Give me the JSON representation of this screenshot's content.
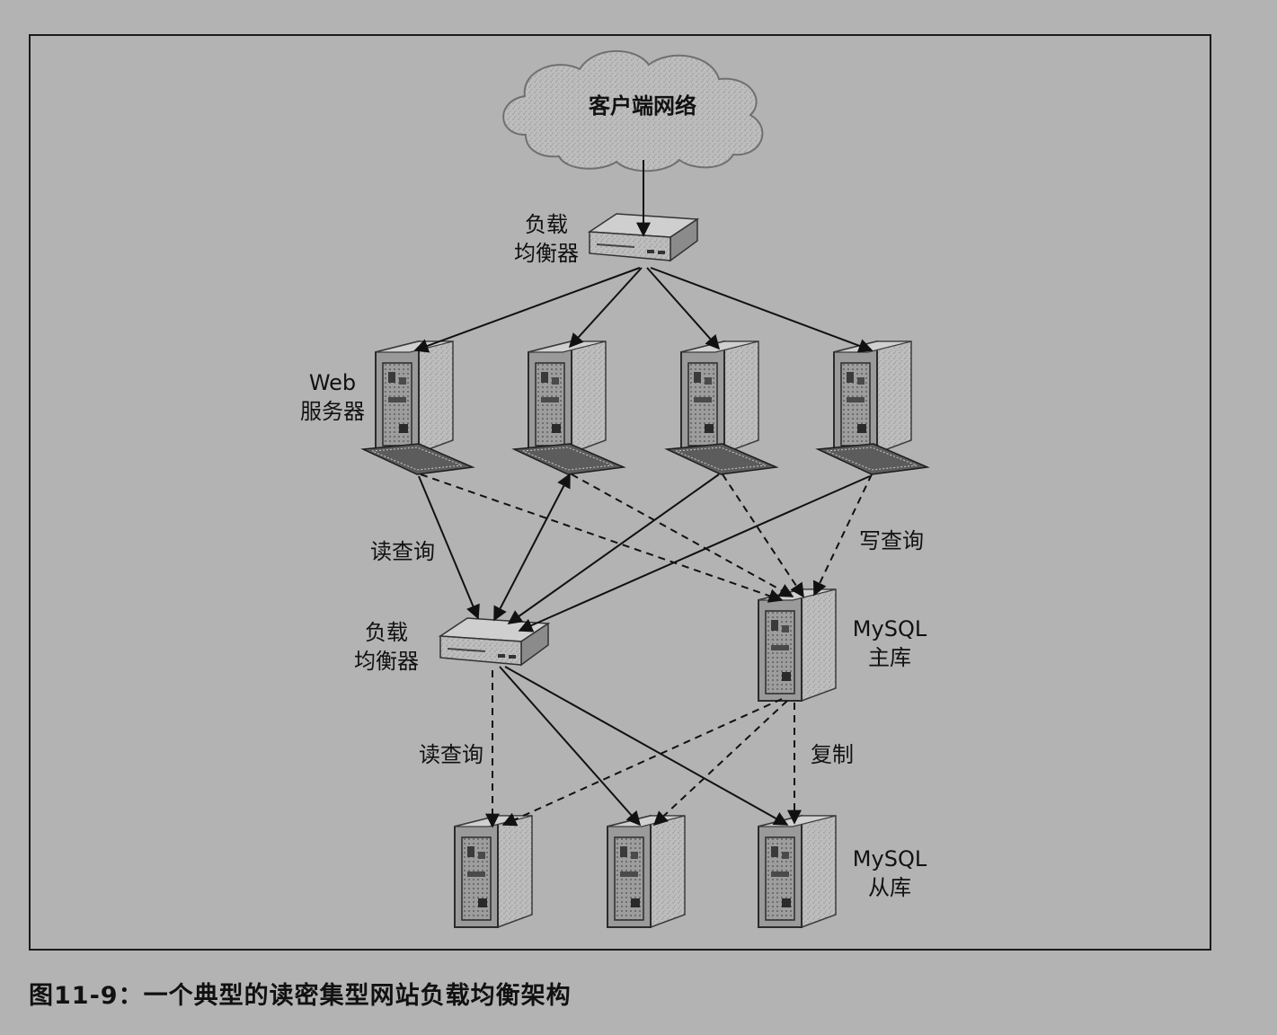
{
  "labels": {
    "client_network": "客户端网络",
    "lb_top": "负载\n均衡器",
    "web_servers": "Web\n服务器",
    "read_query_upper": "读查询",
    "write_query": "写查询",
    "lb_mid": "负载\n均衡器",
    "mysql_master": "MySQL\n主库",
    "read_query_lower": "读查询",
    "replication": "复制",
    "mysql_slaves": "MySQL\n从库"
  },
  "caption": "图11-9：一个典型的读密集型网站负载均衡架构"
}
